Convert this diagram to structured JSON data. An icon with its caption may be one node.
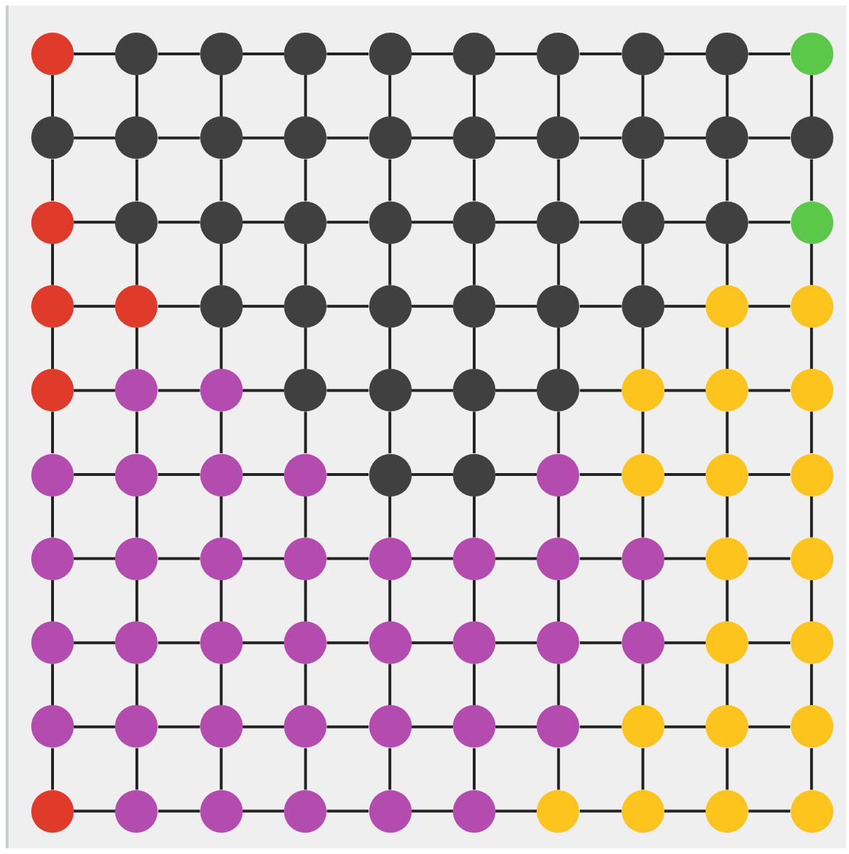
{
  "diagram": {
    "nodes": [
      {
        "text": [],
        "shape": "circle"
      },
      {
        "text": [],
        "shape": "circle"
      },
      {
        "text": [],
        "shape": "circle"
      },
      {
        "text": [],
        "shape": "circle"
      },
      {
        "text": [],
        "shape": "circle"
      },
      {
        "text": [],
        "shape": "circle"
      },
      {
        "text": [],
        "shape": "circle"
      },
      {
        "text": [],
        "shape": "circle"
      },
      {
        "text": [],
        "shape": "circle"
      },
      {
        "text": [],
        "shape": "circle"
      },
      {
        "text": [],
        "shape": "circle"
      },
      {
        "text": [],
        "shape": "circle"
      },
      {
        "text": [],
        "shape": "circle"
      },
      {
        "text": [],
        "shape": "circle"
      },
      {
        "text": [],
        "shape": "circle"
      },
      {
        "text": [],
        "shape": "circle"
      },
      {
        "text": [],
        "shape": "circle"
      },
      {
        "text": [],
        "shape": "circle"
      },
      {
        "text": [],
        "shape": "circle"
      },
      {
        "text": [],
        "shape": "circle"
      },
      {
        "text": [],
        "shape": "circle"
      },
      {
        "text": [],
        "shape": "circle"
      },
      {
        "text": [],
        "shape": "circle"
      },
      {
        "text": [],
        "shape": "circle"
      },
      {
        "text": [],
        "shape": "circle"
      },
      {
        "text": [],
        "shape": "circle"
      },
      {
        "text": [],
        "shape": "circle"
      },
      {
        "text": [],
        "shape": "circle"
      },
      {
        "text": [],
        "shape": "circle"
      },
      {
        "text": [],
        "shape": "circle"
      },
      {
        "text": [],
        "shape": "circle"
      },
      {
        "text": [],
        "shape": "circle"
      },
      {
        "text": [],
        "shape": "circle"
      },
      {
        "text": [],
        "shape": "circle"
      },
      {
        "text": [],
        "shape": "circle"
      },
      {
        "text": [],
        "shape": "circle"
      },
      {
        "text": [],
        "shape": "circle"
      },
      {
        "text": [],
        "shape": "circle"
      },
      {
        "text": [],
        "shape": "circle"
      },
      {
        "text": [],
        "shape": "circle"
      },
      {
        "text": [],
        "shape": "circle"
      },
      {
        "text": [],
        "shape": "circle"
      },
      {
        "text": [],
        "shape": "circle"
      },
      {
        "text": [],
        "shape": "circle"
      },
      {
        "text": [],
        "shape": "circle"
      },
      {
        "text": [],
        "shape": "circle"
      },
      {
        "text": [],
        "shape": "circle"
      },
      {
        "text": [],
        "shape": "circle"
      },
      {
        "text": [],
        "shape": "circle"
      },
      {
        "text": [],
        "shape": "circle"
      },
      {
        "text": [],
        "shape": "circle"
      },
      {
        "text": [],
        "shape": "circle"
      },
      {
        "text": [],
        "shape": "circle"
      },
      {
        "text": [],
        "shape": "circle"
      },
      {
        "text": [],
        "shape": "circle"
      },
      {
        "text": [],
        "shape": "circle"
      },
      {
        "text": [],
        "shape": "circle"
      },
      {
        "text": [],
        "shape": "circle"
      },
      {
        "text": [],
        "shape": "circle"
      },
      {
        "text": [],
        "shape": "circle"
      },
      {
        "text": [],
        "shape": "circle"
      },
      {
        "text": [],
        "shape": "circle"
      },
      {
        "text": [],
        "shape": "circle"
      },
      {
        "text": [],
        "shape": "circle"
      },
      {
        "text": [],
        "shape": "circle"
      },
      {
        "text": [],
        "shape": "circle"
      },
      {
        "text": [],
        "shape": "circle"
      },
      {
        "text": [],
        "shape": "circle"
      },
      {
        "text": [],
        "shape": "circle"
      },
      {
        "text": [],
        "shape": "circle"
      },
      {
        "text": [],
        "shape": "circle"
      },
      {
        "text": [],
        "shape": "circle"
      },
      {
        "text": [],
        "shape": "circle"
      },
      {
        "text": [],
        "shape": "circle"
      },
      {
        "text": [],
        "shape": "circle"
      },
      {
        "text": [],
        "shape": "circle"
      },
      {
        "text": [],
        "shape": "circle"
      },
      {
        "text": [],
        "shape": "circle"
      },
      {
        "text": [],
        "shape": "circle"
      },
      {
        "text": [],
        "shape": "circle"
      },
      {
        "text": [],
        "shape": "circle"
      },
      {
        "text": [],
        "shape": "circle"
      },
      {
        "text": [],
        "shape": "circle"
      },
      {
        "text": [],
        "shape": "circle"
      },
      {
        "text": [],
        "shape": "circle"
      },
      {
        "text": [],
        "shape": "circle"
      },
      {
        "text": [],
        "shape": "circle"
      },
      {
        "text": [],
        "shape": "circle"
      },
      {
        "text": [],
        "shape": "circle"
      },
      {
        "text": [],
        "shape": "circle"
      },
      {
        "text": [],
        "shape": "circle"
      },
      {
        "text": [],
        "shape": "circle"
      },
      {
        "text": [],
        "shape": "circle"
      },
      {
        "text": [],
        "shape": "circle"
      },
      {
        "text": [],
        "shape": "circle"
      },
      {
        "text": [],
        "shape": "circle"
      },
      {
        "text": [],
        "shape": "circle"
      },
      {
        "text": [],
        "shape": "circle"
      },
      {
        "text": [],
        "shape": "circle"
      },
      {
        "text": [],
        "shape": "circle"
      }
    ],
    "edges": [
      {
        "from": 0,
        "to": 1,
        "arrow": "none"
      },
      {
        "from": 1,
        "to": 2,
        "arrow": "none"
      },
      {
        "from": 2,
        "to": 3,
        "arrow": "none"
      },
      {
        "from": 3,
        "to": 4,
        "arrow": "none"
      },
      {
        "from": 4,
        "to": 5,
        "arrow": "none"
      },
      {
        "from": 5,
        "to": 6,
        "arrow": "none"
      },
      {
        "from": 6,
        "to": 7,
        "arrow": "none"
      },
      {
        "from": 7,
        "to": 8,
        "arrow": "none"
      },
      {
        "from": 8,
        "to": 9,
        "arrow": "none"
      },
      {
        "from": 10,
        "to": 11,
        "arrow": "none"
      },
      {
        "from": 11,
        "to": 12,
        "arrow": "none"
      },
      {
        "from": 12,
        "to": 13,
        "arrow": "none"
      },
      {
        "from": 13,
        "to": 14,
        "arrow": "none"
      },
      {
        "from": 14,
        "to": 15,
        "arrow": "none"
      },
      {
        "from": 15,
        "to": 16,
        "arrow": "none"
      },
      {
        "from": 16,
        "to": 17,
        "arrow": "none"
      },
      {
        "from": 17,
        "to": 18,
        "arrow": "none"
      },
      {
        "from": 18,
        "to": 19,
        "arrow": "none"
      },
      {
        "from": 20,
        "to": 21,
        "arrow": "none"
      },
      {
        "from": 21,
        "to": 22,
        "arrow": "none"
      },
      {
        "from": 22,
        "to": 23,
        "arrow": "none"
      },
      {
        "from": 23,
        "to": 24,
        "arrow": "none"
      },
      {
        "from": 24,
        "to": 25,
        "arrow": "none"
      },
      {
        "from": 25,
        "to": 26,
        "arrow": "none"
      },
      {
        "from": 26,
        "to": 27,
        "arrow": "none"
      },
      {
        "from": 27,
        "to": 28,
        "arrow": "none"
      },
      {
        "from": 28,
        "to": 29,
        "arrow": "none"
      },
      {
        "from": 30,
        "to": 31,
        "arrow": "none"
      },
      {
        "from": 31,
        "to": 32,
        "arrow": "none"
      },
      {
        "from": 32,
        "to": 33,
        "arrow": "none"
      },
      {
        "from": 33,
        "to": 34,
        "arrow": "none"
      },
      {
        "from": 34,
        "to": 35,
        "arrow": "none"
      },
      {
        "from": 35,
        "to": 36,
        "arrow": "none"
      },
      {
        "from": 36,
        "to": 37,
        "arrow": "none"
      },
      {
        "from": 37,
        "to": 38,
        "arrow": "none"
      },
      {
        "from": 38,
        "to": 39,
        "arrow": "none"
      },
      {
        "from": 40,
        "to": 41,
        "arrow": "none"
      },
      {
        "from": 41,
        "to": 42,
        "arrow": "none"
      },
      {
        "from": 42,
        "to": 43,
        "arrow": "none"
      },
      {
        "from": 43,
        "to": 44,
        "arrow": "none"
      },
      {
        "from": 44,
        "to": 45,
        "arrow": "none"
      },
      {
        "from": 45,
        "to": 46,
        "arrow": "none"
      },
      {
        "from": 46,
        "to": 47,
        "arrow": "none"
      },
      {
        "from": 47,
        "to": 48,
        "arrow": "none"
      },
      {
        "from": 48,
        "to": 49,
        "arrow": "none"
      },
      {
        "from": 50,
        "to": 51,
        "arrow": "none"
      },
      {
        "from": 51,
        "to": 52,
        "arrow": "none"
      },
      {
        "from": 52,
        "to": 53,
        "arrow": "none"
      },
      {
        "from": 53,
        "to": 54,
        "arrow": "none"
      },
      {
        "from": 54,
        "to": 55,
        "arrow": "none"
      },
      {
        "from": 55,
        "to": 56,
        "arrow": "none"
      },
      {
        "from": 56,
        "to": 57,
        "arrow": "none"
      },
      {
        "from": 57,
        "to": 58,
        "arrow": "none"
      },
      {
        "from": 58,
        "to": 59,
        "arrow": "none"
      },
      {
        "from": 60,
        "to": 61,
        "arrow": "none"
      },
      {
        "from": 61,
        "to": 62,
        "arrow": "none"
      },
      {
        "from": 62,
        "to": 63,
        "arrow": "none"
      },
      {
        "from": 63,
        "to": 64,
        "arrow": "none"
      },
      {
        "from": 64,
        "to": 65,
        "arrow": "none"
      },
      {
        "from": 65,
        "to": 66,
        "arrow": "none"
      },
      {
        "from": 66,
        "to": 67,
        "arrow": "none"
      },
      {
        "from": 67,
        "to": 68,
        "arrow": "none"
      },
      {
        "from": 68,
        "to": 69,
        "arrow": "none"
      },
      {
        "from": 70,
        "to": 71,
        "arrow": "none"
      },
      {
        "from": 71,
        "to": 72,
        "arrow": "none"
      },
      {
        "from": 72,
        "to": 73,
        "arrow": "none"
      },
      {
        "from": 73,
        "to": 74,
        "arrow": "none"
      },
      {
        "from": 74,
        "to": 75,
        "arrow": "none"
      },
      {
        "from": 75,
        "to": 76,
        "arrow": "none"
      },
      {
        "from": 76,
        "to": 77,
        "arrow": "none"
      },
      {
        "from": 77,
        "to": 78,
        "arrow": "none"
      },
      {
        "from": 78,
        "to": 79,
        "arrow": "none"
      },
      {
        "from": 80,
        "to": 81,
        "arrow": "none"
      },
      {
        "from": 81,
        "to": 82,
        "arrow": "none"
      },
      {
        "from": 82,
        "to": 83,
        "arrow": "none"
      },
      {
        "from": 83,
        "to": 84,
        "arrow": "none"
      },
      {
        "from": 84,
        "to": 85,
        "arrow": "none"
      },
      {
        "from": 85,
        "to": 86,
        "arrow": "none"
      },
      {
        "from": 86,
        "to": 87,
        "arrow": "none"
      },
      {
        "from": 87,
        "to": 88,
        "arrow": "none"
      },
      {
        "from": 88,
        "to": 89,
        "arrow": "none"
      },
      {
        "from": 90,
        "to": 91,
        "arrow": "none"
      },
      {
        "from": 91,
        "to": 92,
        "arrow": "none"
      },
      {
        "from": 92,
        "to": 93,
        "arrow": "none"
      },
      {
        "from": 93,
        "to": 94,
        "arrow": "none"
      },
      {
        "from": 94,
        "to": 95,
        "arrow": "none"
      },
      {
        "from": 95,
        "to": 96,
        "arrow": "none"
      },
      {
        "from": 96,
        "to": 97,
        "arrow": "none"
      },
      {
        "from": 97,
        "to": 98,
        "arrow": "none"
      },
      {
        "from": 98,
        "to": 99,
        "arrow": "none"
      },
      {
        "from": 0,
        "to": 10,
        "arrow": "none"
      },
      {
        "from": 1,
        "to": 11,
        "arrow": "none"
      },
      {
        "from": 2,
        "to": 12,
        "arrow": "none"
      },
      {
        "from": 3,
        "to": 13,
        "arrow": "none"
      },
      {
        "from": 4,
        "to": 14,
        "arrow": "none"
      },
      {
        "from": 5,
        "to": 15,
        "arrow": "none"
      },
      {
        "from": 6,
        "to": 16,
        "arrow": "none"
      },
      {
        "from": 7,
        "to": 17,
        "arrow": "none"
      },
      {
        "from": 8,
        "to": 18,
        "arrow": "none"
      },
      {
        "from": 9,
        "to": 19,
        "arrow": "none"
      },
      {
        "from": 10,
        "to": 20,
        "arrow": "none"
      },
      {
        "from": 11,
        "to": 21,
        "arrow": "none"
      },
      {
        "from": 12,
        "to": 22,
        "arrow": "none"
      },
      {
        "from": 13,
        "to": 23,
        "arrow": "none"
      },
      {
        "from": 14,
        "to": 24,
        "arrow": "none"
      },
      {
        "from": 15,
        "to": 25,
        "arrow": "none"
      },
      {
        "from": 16,
        "to": 26,
        "arrow": "none"
      },
      {
        "from": 17,
        "to": 27,
        "arrow": "none"
      },
      {
        "from": 18,
        "to": 28,
        "arrow": "none"
      },
      {
        "from": 19,
        "to": 29,
        "arrow": "none"
      },
      {
        "from": 20,
        "to": 30,
        "arrow": "none"
      },
      {
        "from": 21,
        "to": 31,
        "arrow": "none"
      },
      {
        "from": 22,
        "to": 32,
        "arrow": "none"
      },
      {
        "from": 23,
        "to": 33,
        "arrow": "none"
      },
      {
        "from": 24,
        "to": 34,
        "arrow": "none"
      },
      {
        "from": 25,
        "to": 35,
        "arrow": "none"
      },
      {
        "from": 26,
        "to": 36,
        "arrow": "none"
      },
      {
        "from": 27,
        "to": 37,
        "arrow": "none"
      },
      {
        "from": 28,
        "to": 38,
        "arrow": "none"
      },
      {
        "from": 29,
        "to": 39,
        "arrow": "none"
      },
      {
        "from": 30,
        "to": 40,
        "arrow": "none"
      },
      {
        "from": 31,
        "to": 41,
        "arrow": "none"
      },
      {
        "from": 32,
        "to": 42,
        "arrow": "none"
      },
      {
        "from": 33,
        "to": 43,
        "arrow": "none"
      },
      {
        "from": 34,
        "to": 44,
        "arrow": "none"
      },
      {
        "from": 35,
        "to": 45,
        "arrow": "none"
      },
      {
        "from": 36,
        "to": 46,
        "arrow": "none"
      },
      {
        "from": 37,
        "to": 47,
        "arrow": "none"
      },
      {
        "from": 38,
        "to": 48,
        "arrow": "none"
      },
      {
        "from": 39,
        "to": 49,
        "arrow": "none"
      },
      {
        "from": 40,
        "to": 50,
        "arrow": "none"
      },
      {
        "from": 41,
        "to": 51,
        "arrow": "none"
      },
      {
        "from": 42,
        "to": 52,
        "arrow": "none"
      },
      {
        "from": 43,
        "to": 53,
        "arrow": "none"
      },
      {
        "from": 44,
        "to": 54,
        "arrow": "none"
      },
      {
        "from": 45,
        "to": 55,
        "arrow": "none"
      },
      {
        "from": 46,
        "to": 56,
        "arrow": "none"
      },
      {
        "from": 47,
        "to": 57,
        "arrow": "none"
      },
      {
        "from": 48,
        "to": 58,
        "arrow": "none"
      },
      {
        "from": 49,
        "to": 59,
        "arrow": "none"
      },
      {
        "from": 50,
        "to": 60,
        "arrow": "none"
      },
      {
        "from": 51,
        "to": 61,
        "arrow": "none"
      },
      {
        "from": 52,
        "to": 62,
        "arrow": "none"
      },
      {
        "from": 53,
        "to": 63,
        "arrow": "none"
      },
      {
        "from": 54,
        "to": 64,
        "arrow": "none"
      },
      {
        "from": 55,
        "to": 65,
        "arrow": "none"
      },
      {
        "from": 56,
        "to": 66,
        "arrow": "none"
      },
      {
        "from": 57,
        "to": 67,
        "arrow": "none"
      },
      {
        "from": 58,
        "to": 68,
        "arrow": "none"
      },
      {
        "from": 59,
        "to": 69,
        "arrow": "none"
      },
      {
        "from": 60,
        "to": 70,
        "arrow": "none"
      },
      {
        "from": 61,
        "to": 71,
        "arrow": "none"
      },
      {
        "from": 62,
        "to": 72,
        "arrow": "none"
      },
      {
        "from": 63,
        "to": 73,
        "arrow": "none"
      },
      {
        "from": 64,
        "to": 74,
        "arrow": "none"
      },
      {
        "from": 65,
        "to": 75,
        "arrow": "none"
      },
      {
        "from": 66,
        "to": 76,
        "arrow": "none"
      },
      {
        "from": 67,
        "to": 77,
        "arrow": "none"
      },
      {
        "from": 68,
        "to": 78,
        "arrow": "none"
      },
      {
        "from": 69,
        "to": 79,
        "arrow": "none"
      },
      {
        "from": 70,
        "to": 80,
        "arrow": "none"
      },
      {
        "from": 71,
        "to": 81,
        "arrow": "none"
      },
      {
        "from": 72,
        "to": 82,
        "arrow": "none"
      },
      {
        "from": 73,
        "to": 83,
        "arrow": "none"
      },
      {
        "from": 74,
        "to": 84,
        "arrow": "none"
      },
      {
        "from": 75,
        "to": 85,
        "arrow": "none"
      },
      {
        "from": 76,
        "to": 86,
        "arrow": "none"
      },
      {
        "from": 77,
        "to": 87,
        "arrow": "none"
      },
      {
        "from": 78,
        "to": 88,
        "arrow": "none"
      },
      {
        "from": 79,
        "to": 89,
        "arrow": "none"
      },
      {
        "from": 80,
        "to": 90,
        "arrow": "none"
      },
      {
        "from": 81,
        "to": 91,
        "arrow": "none"
      },
      {
        "from": 82,
        "to": 92,
        "arrow": "none"
      },
      {
        "from": 83,
        "to": 93,
        "arrow": "none"
      },
      {
        "from": 84,
        "to": 94,
        "arrow": "none"
      },
      {
        "from": 85,
        "to": 95,
        "arrow": "none"
      },
      {
        "from": 86,
        "to": 96,
        "arrow": "none"
      },
      {
        "from": 87,
        "to": 97,
        "arrow": "none"
      },
      {
        "from": 88,
        "to": 98,
        "arrow": "none"
      },
      {
        "from": 89,
        "to": 99,
        "arrow": "none"
      }
    ]
  }
}
